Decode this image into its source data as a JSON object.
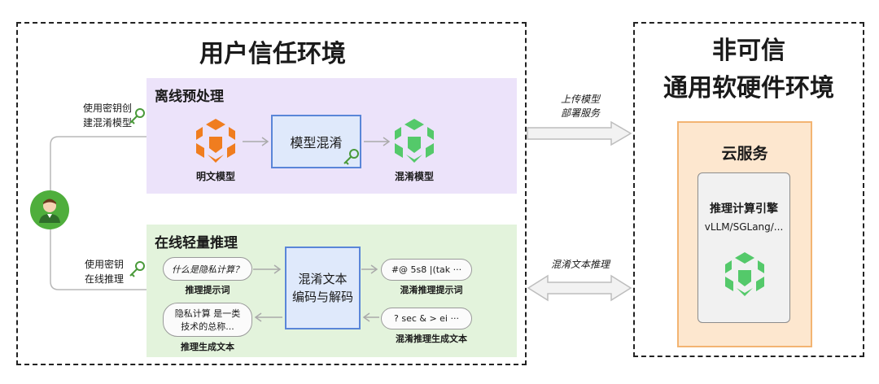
{
  "trusted_env": {
    "title": "用户信任环境",
    "user_labels": {
      "create_line1": "使用密钥创",
      "create_line2": "建混淆模型",
      "infer_line1": "使用密钥",
      "infer_line2": "在线推理"
    },
    "offline": {
      "title": "离线预处理",
      "plain_model_label": "明文模型",
      "obfuscate_box": "模型混淆",
      "obfuscated_model_label": "混淆模型"
    },
    "online": {
      "title": "在线轻量推理",
      "prompt_bubble": "什么是隐私计算？",
      "prompt_label": "推理提示词",
      "codec_line1": "混淆文本",
      "codec_line2": "编码与解码",
      "obf_prompt_bubble": "#@ 5s8 |(tak ···",
      "obf_prompt_label": "混淆推理提示词",
      "gen_bubble_line1": "隐私计算 是一类",
      "gen_bubble_line2": "技术的总称...",
      "gen_label": "推理生成文本",
      "obf_gen_bubble": "? sec & > ei ···",
      "obf_gen_label": "混淆推理生成文本"
    }
  },
  "arrows": {
    "upload_line1": "上传模型",
    "upload_line2": "部署服务",
    "obf_text_infer": "混淆文本推理"
  },
  "untrusted_env": {
    "title_line1": "非可信",
    "title_line2": "通用软硬件环境",
    "cloud_title": "云服务",
    "engine_title": "推理计算引擎",
    "engine_subtitle": "vLLM/SGLang/..."
  },
  "colors": {
    "offline_bg": "#ece3fa",
    "online_bg": "#e3f3dc",
    "orange": "#f07d1f",
    "green": "#54c96a",
    "blue_box": "#dfe9fb",
    "cloud_bg": "#fde7cf"
  }
}
